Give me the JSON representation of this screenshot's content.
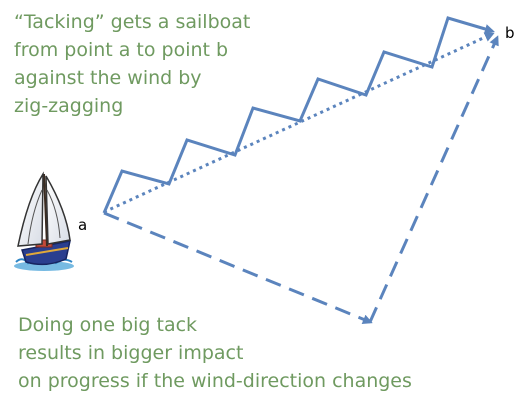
{
  "top_caption": {
    "lines": [
      "“Tacking” gets a sailboat",
      "from point a to point b",
      "against the wind by",
      "zig-zagging"
    ]
  },
  "bottom_caption": {
    "lines": [
      "Doing one big tack",
      "results in bigger impact",
      "on progress if the wind-direction changes"
    ]
  },
  "labels": {
    "point_a": "a",
    "point_b": "b"
  },
  "colors": {
    "path": "#5b84bd",
    "caption": "#6f9a60",
    "label": "#000000"
  },
  "icons": {
    "boat": "sailboat-icon"
  }
}
